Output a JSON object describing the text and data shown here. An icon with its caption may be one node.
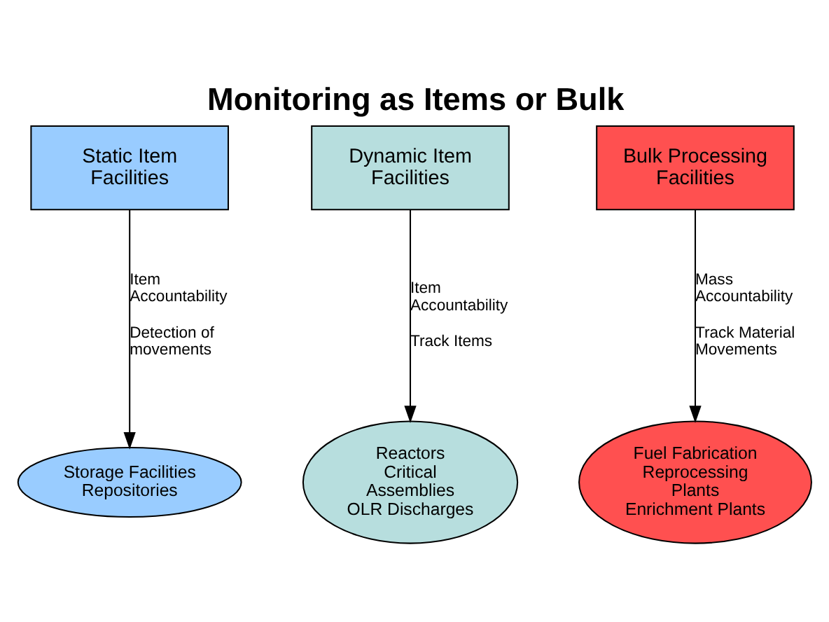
{
  "diagram": {
    "title": "Monitoring as Items or Bulk",
    "nodes": [
      {
        "text": [
          "Static Item Facilities"
        ]
      },
      {
        "text": [
          "Dynamic Item Facilities"
        ]
      },
      {
        "text": [
          "Bulk Processing Facilities"
        ]
      },
      {
        "text": [
          "Storage Facilities",
          "Repositories"
        ]
      },
      {
        "text": [
          "Reactors",
          "Critical Assemblies",
          "OLR Discharges"
        ]
      },
      {
        "text": [
          "Fuel Fabrication",
          "Reprocessing Plants",
          "Enrichment Plants"
        ]
      }
    ],
    "edges": [
      {
        "from": 0,
        "to": 3,
        "arrow": "to",
        "label": [
          "Item Accountability",
          "Detection of movements"
        ]
      },
      {
        "from": 1,
        "to": 4,
        "arrow": "to",
        "label": [
          "Item Accountability",
          "Track Items"
        ]
      },
      {
        "from": 2,
        "to": 5,
        "arrow": "to",
        "label": [
          "Mass Accountability",
          "Track Material Movements"
        ]
      }
    ]
  }
}
